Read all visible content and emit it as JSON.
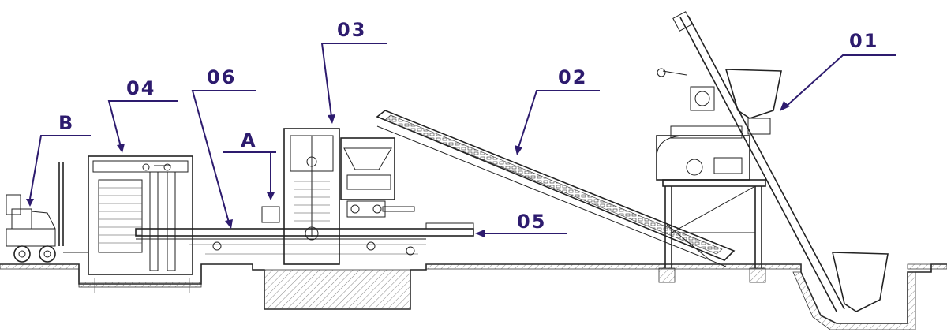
{
  "labels": {
    "b": "B",
    "o4": "04",
    "o6": "06",
    "a": "A",
    "o3": "03",
    "o2": "02",
    "o5": "05",
    "o1": "01"
  },
  "colors": {
    "label": "#2d1b6e",
    "line": "#222222",
    "background": "#ffffff"
  }
}
